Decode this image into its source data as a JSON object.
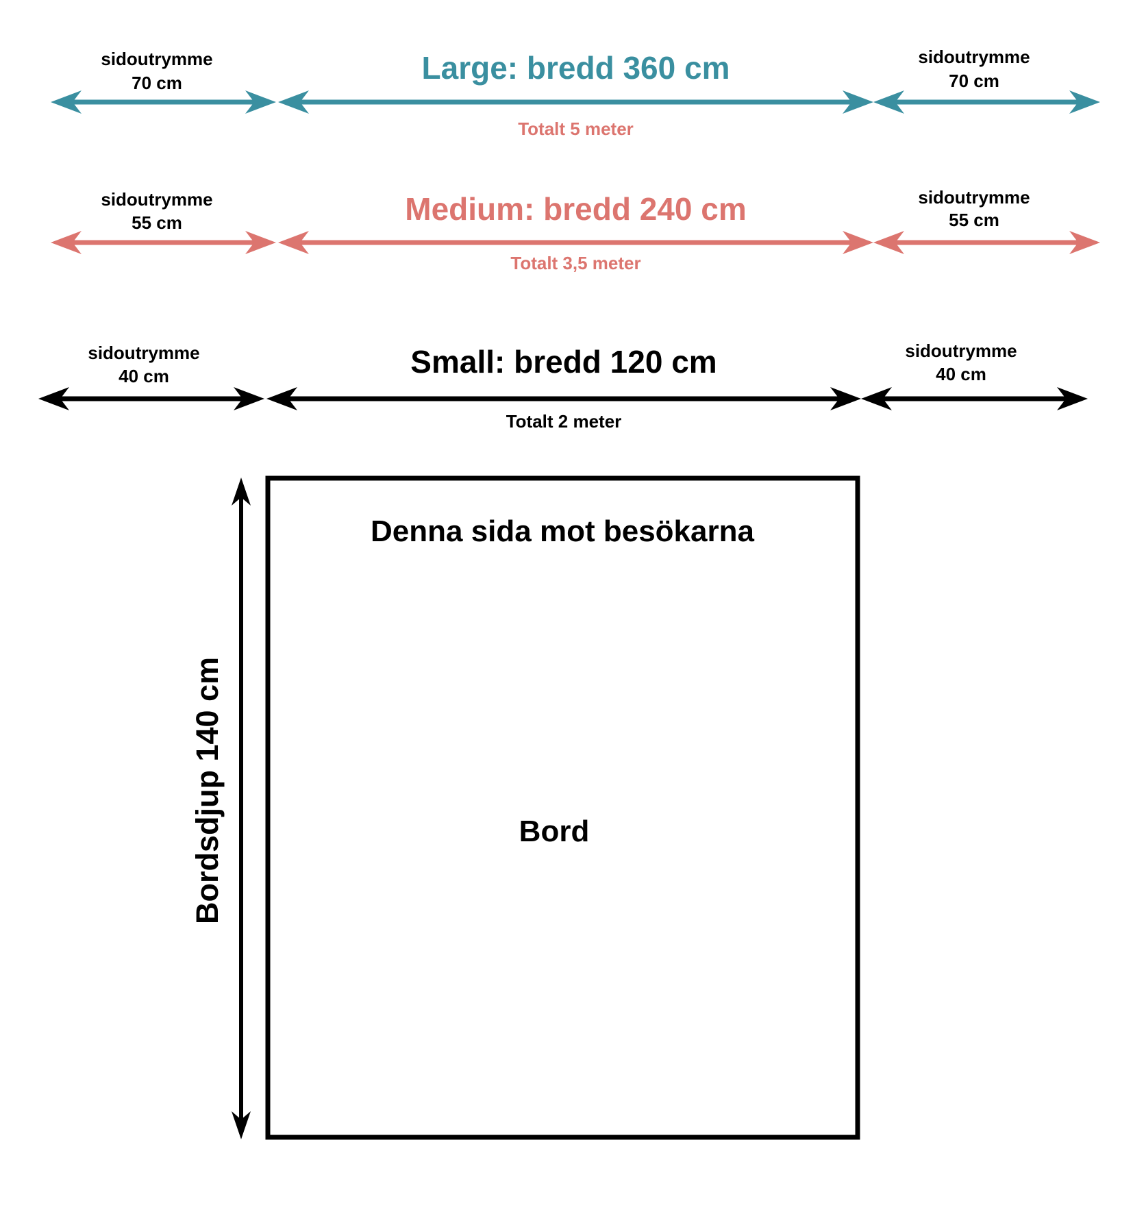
{
  "colors": {
    "large": "#3a8fa0",
    "medium": "#dc756f",
    "small": "#000000"
  },
  "rows": [
    {
      "key": "large",
      "title": "Large: bredd 360 cm",
      "total": "Totalt 5 meter",
      "side_label": "sidoutrymme",
      "side_left": "70 cm",
      "side_right": "70 cm"
    },
    {
      "key": "medium",
      "title": "Medium: bredd 240 cm",
      "total": "Totalt 3,5 meter",
      "side_label": "sidoutrymme",
      "side_left": "55 cm",
      "side_right": "55 cm"
    },
    {
      "key": "small",
      "title": "Small: bredd 120 cm",
      "total": "Totalt 2 meter",
      "side_label": "sidoutrymme",
      "side_left": "40 cm",
      "side_right": "40 cm"
    }
  ],
  "table": {
    "front_label": "Denna sida mot besökarna",
    "center_label": "Bord",
    "depth_label": "Bordsdjup 140 cm"
  }
}
